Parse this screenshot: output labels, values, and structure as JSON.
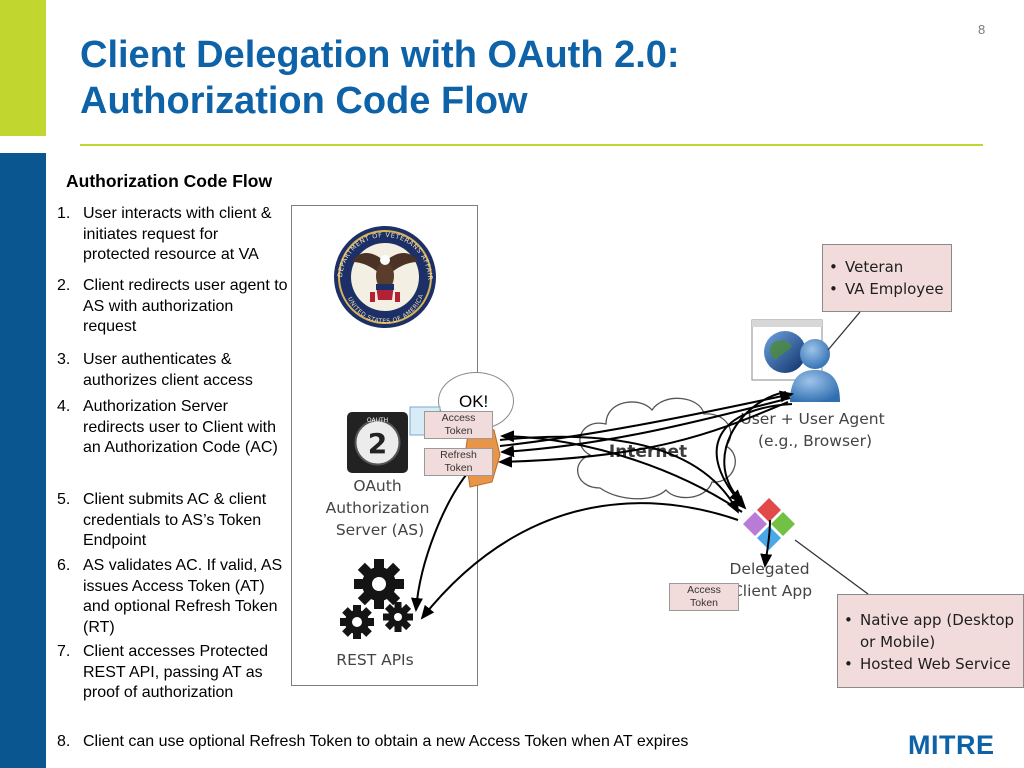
{
  "page_number": "8",
  "title": {
    "line1": "Client Delegation with OAuth 2.0:",
    "line2": "Authorization Code Flow"
  },
  "section_heading": "Authorization Code Flow",
  "steps": [
    {
      "num": "1.",
      "text": "User interacts with client & initiates request for protected resource at VA"
    },
    {
      "num": "2.",
      "text": "Client redirects user agent to AS with authorization request"
    },
    {
      "num": "3.",
      "text": "User authenticates & authorizes client access"
    },
    {
      "num": "4.",
      "text": "Authorization Server redirects user to Client with an Authorization Code  (AC)"
    },
    {
      "num": "5.",
      "text": "Client submits AC & client credentials to AS’s Token Endpoint"
    },
    {
      "num": "6.",
      "text": "AS validates AC.  If valid, AS issues Access Token (AT) and optional Refresh Token (RT)"
    },
    {
      "num": "7.",
      "text": "Client accesses Protected REST API, passing AT as proof of authorization"
    },
    {
      "num": "8.",
      "text": "Client can use optional Refresh Token to obtain a new Access Token when AT expires"
    }
  ],
  "diagram": {
    "seal_ring_text": "DEPARTMENT OF VETERANS AFFAIRS",
    "seal_bottom_text": "UNITED STATES OF AMERICA",
    "oauth_logo_text": "OAUTH",
    "oauth_logo_version": "2",
    "oauth_server_label": [
      "OAuth",
      "Authorization",
      "Server (AS)"
    ],
    "rest_apis_label": "REST APIs",
    "ok_label": "OK!",
    "access_token_label": [
      "Access",
      "Token"
    ],
    "refresh_token_label": [
      "Refresh",
      "Token"
    ],
    "client_access_token_label": [
      "Access",
      "Token"
    ],
    "internet_label": "Internet",
    "user_agent_label": [
      "User + User Agent",
      "(e.g., Browser)"
    ],
    "client_app_label": [
      "Delegated",
      "Client App"
    ],
    "user_callout_items": [
      "Veteran",
      "VA Employee"
    ],
    "client_callout_items": [
      "Native app (Desktop or Mobile)",
      "Hosted Web Service"
    ]
  },
  "logo": "MITRE",
  "colors": {
    "title_blue": "#0d62a8",
    "accent_green": "#c2d630",
    "sidebar_blue": "#0a5690",
    "callout_pink": "#f2dcdb",
    "oauth_orange": "#e8954a"
  }
}
